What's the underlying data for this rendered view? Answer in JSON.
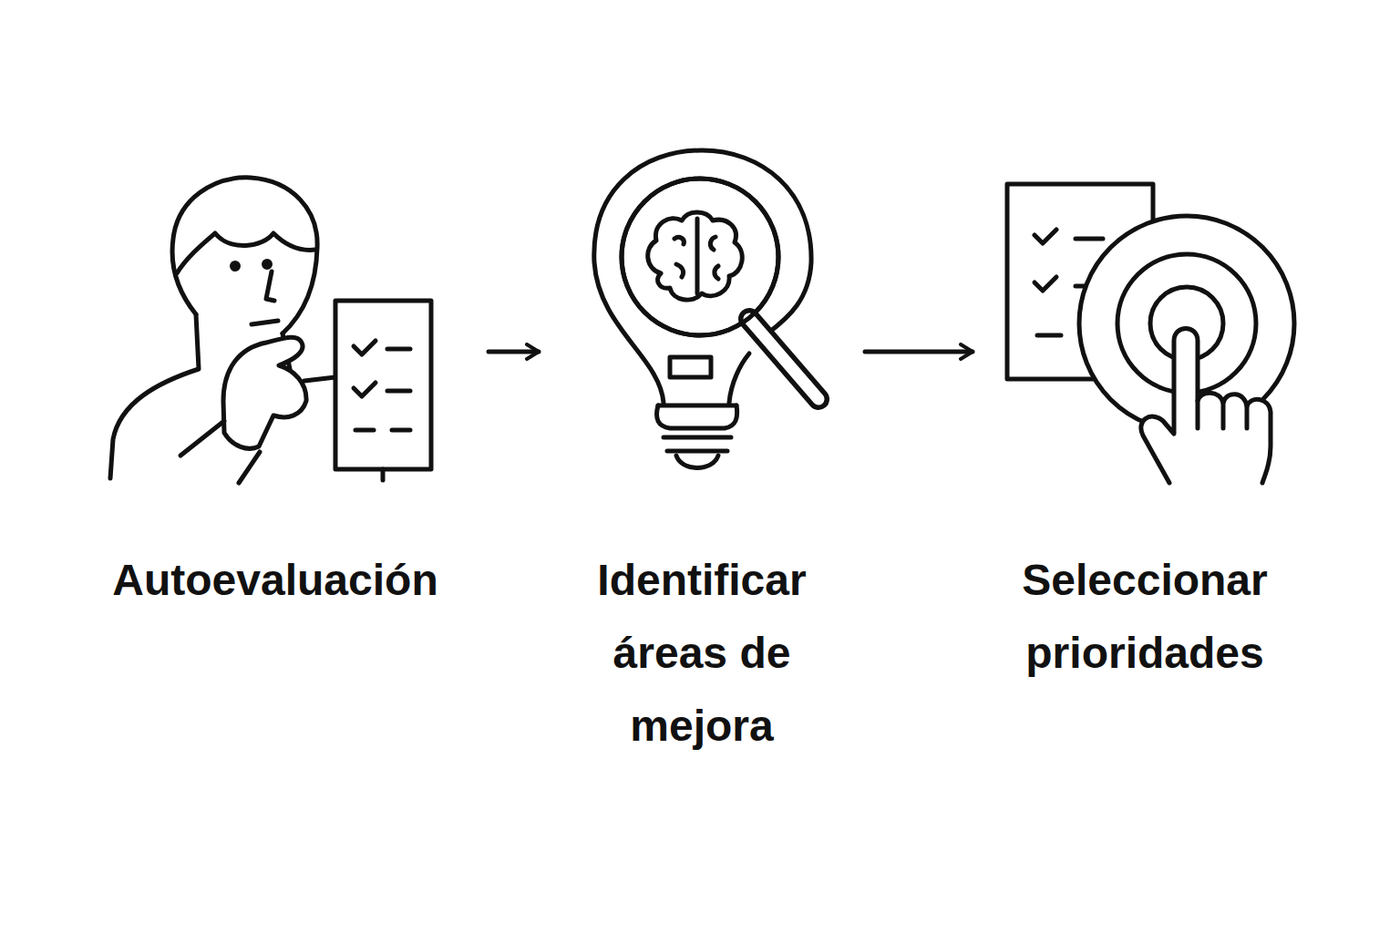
{
  "diagram": {
    "nodes": [
      {
        "text": [
          "Autoevaluación"
        ]
      },
      {
        "text": [
          "Identificar áreas de mejora"
        ]
      },
      {
        "text": [
          "Seleccionar prioridades"
        ]
      }
    ],
    "edges": [
      {
        "from": 0,
        "to": 1,
        "arrow": "to"
      },
      {
        "from": 1,
        "to": 2,
        "arrow": "to"
      }
    ]
  }
}
